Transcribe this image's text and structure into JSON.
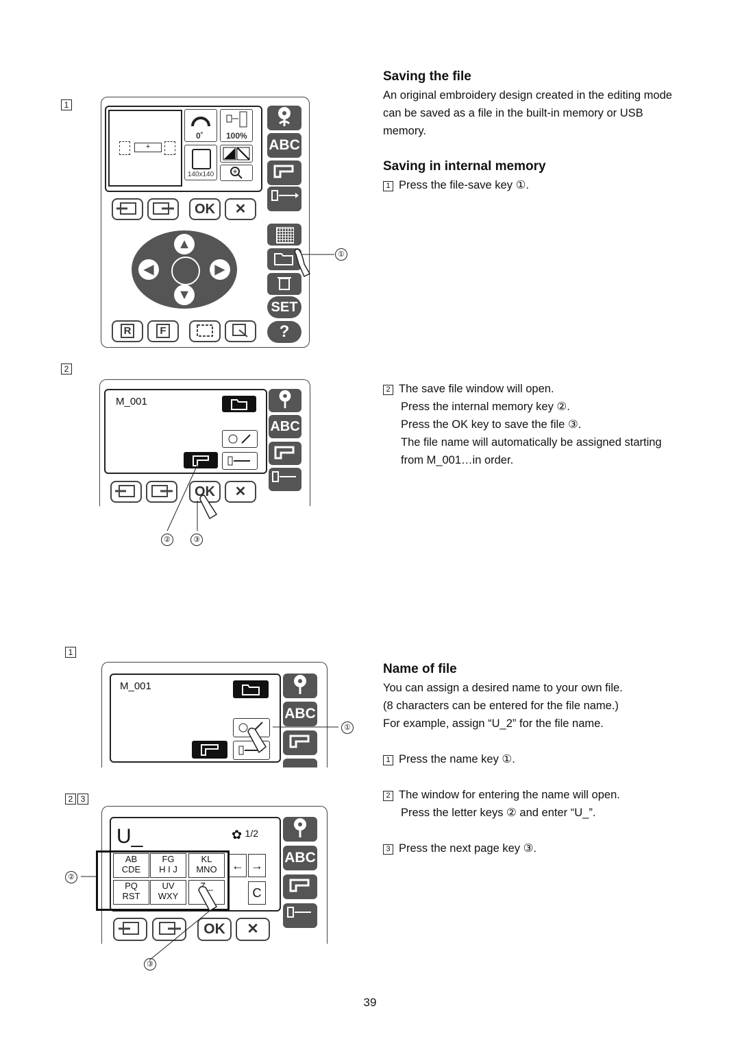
{
  "sections": {
    "saving_file": {
      "title": "Saving the file",
      "intro": "An original embroidery design created in the editing mode can be saved as a file in the built-in memory or USB memory."
    },
    "internal_memory": {
      "title": "Saving in internal memory",
      "step1": "Press the file-save key ①.",
      "step2_l1": "The save file window will open.",
      "step2_l2": "Press the internal memory key ②.",
      "step2_l3": "Press the OK key to save the file ③.",
      "step2_l4": "The file name will automatically be assigned starting",
      "step2_l5": "from M_001…in order."
    },
    "name_file": {
      "title": "Name of file",
      "intro_l1": "You can assign a desired name to your own file.",
      "intro_l2": "(8 characters can be entered for the file name.)",
      "intro_l3": "For example, assign “U_2” for the file name.",
      "step1": "Press the name key ①.",
      "step2_l1": "The window for entering the name will open.",
      "step2_l2": "Press the letter keys ② and enter “U_”.",
      "step3": "Press the next page key ③."
    }
  },
  "step_labels": {
    "s1": "1",
    "s2": "2",
    "s3": "3"
  },
  "callouts": {
    "c1": "①",
    "c2": "②",
    "c3": "③"
  },
  "screen1": {
    "angle": "0˚",
    "scale": "100%",
    "hoop": "140x140",
    "ok": "OK",
    "cancel": "✕",
    "abc": "ABC",
    "set": "SET",
    "help": "?",
    "r": "R",
    "f": "F"
  },
  "screen2": {
    "filename": "M_001",
    "ok": "OK",
    "cancel": "✕",
    "abc": "ABC"
  },
  "screen3": {
    "filename": "M_001",
    "abc": "ABC"
  },
  "screen4": {
    "entry": "U_",
    "page": "1/2",
    "keys": [
      [
        "AB",
        "CDE"
      ],
      [
        "FG",
        "H I J"
      ],
      [
        "KL",
        "MNO"
      ],
      [
        "PQ",
        "RST"
      ],
      [
        "UV",
        "WXY"
      ],
      [
        "Z  _",
        ""
      ]
    ],
    "clear": "C",
    "ok": "OK",
    "cancel": "✕",
    "abc": "ABC"
  },
  "page_number": "39"
}
